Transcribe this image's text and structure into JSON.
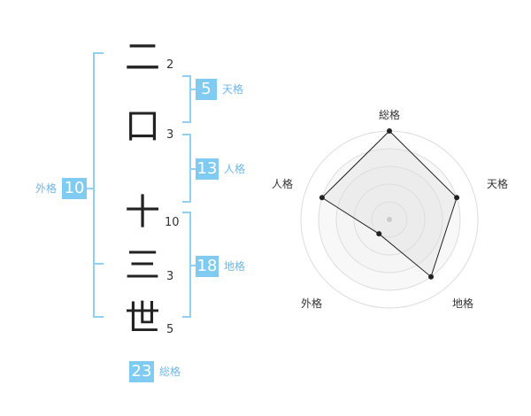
{
  "name": {
    "chars": [
      {
        "char": "二",
        "strokes": "2"
      },
      {
        "char": "口",
        "strokes": "3"
      },
      {
        "char": "十",
        "strokes": "10"
      },
      {
        "char": "三",
        "strokes": "3"
      },
      {
        "char": "世",
        "strokes": "5"
      }
    ]
  },
  "fortune": {
    "tenkaku": {
      "value": "5",
      "label": "天格"
    },
    "jinkaku": {
      "value": "13",
      "label": "人格"
    },
    "chikaku": {
      "value": "18",
      "label": "地格"
    },
    "gaikaku": {
      "value": "10",
      "label": "外格"
    },
    "soukaku": {
      "value": "23",
      "label": "総格"
    }
  },
  "colors": {
    "accent": "#7fcbf2",
    "label": "#6fb8e8",
    "bracket": "#8fd0f4"
  },
  "chart_data": {
    "type": "radar",
    "axes": [
      "総格",
      "天格",
      "地格",
      "外格",
      "人格"
    ],
    "values": [
      5,
      4,
      4,
      1,
      4
    ],
    "max": 5,
    "rings": 5
  }
}
